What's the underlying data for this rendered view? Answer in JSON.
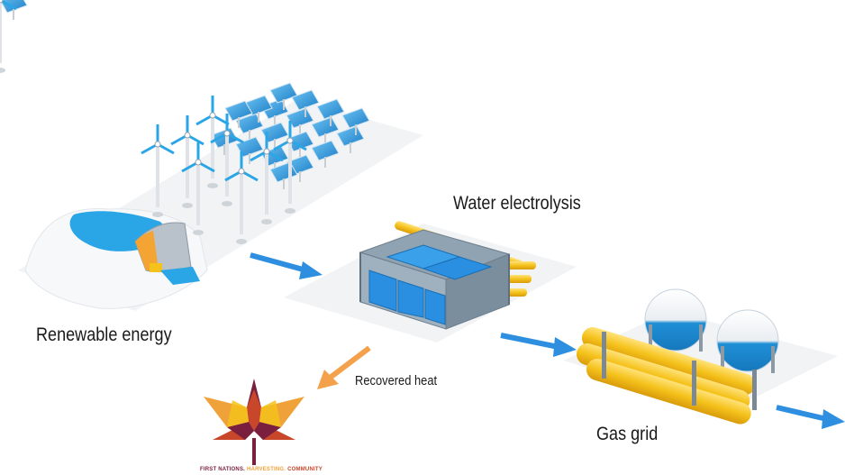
{
  "labels": {
    "renewable": "Renewable energy",
    "electrolysis": "Water electrolysis",
    "recovered_heat": "Recovered heat",
    "gas_grid": "Gas grid"
  },
  "logo": {
    "caption_part1": "FIRST NATIONS.",
    "caption_part2": "HARVESTING.",
    "caption_part3": "COMMUNITY",
    "colors": [
      "#7a1f3d",
      "#c8472a",
      "#f0a23a"
    ]
  },
  "colors": {
    "flow_arrow": "#2e8fe0",
    "heat_arrow": "#f3a14a",
    "water": "#2aa6e6",
    "tank": "#f5c21b",
    "ground": "#eef0f2"
  },
  "icons": [
    "wind-turbine-icon",
    "solar-panel-icon",
    "dam-icon",
    "electrolyzer-icon",
    "hydrogen-tank-icon",
    "maple-leaf-logo-icon"
  ]
}
